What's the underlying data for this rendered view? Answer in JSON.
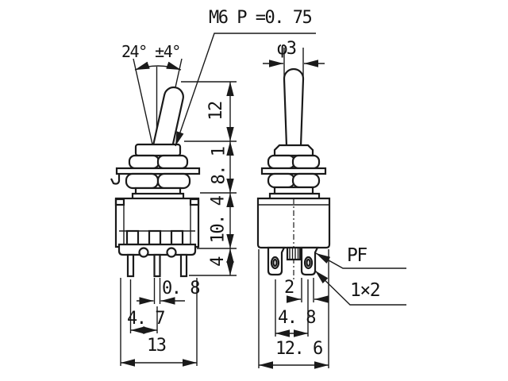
{
  "drawing": {
    "thread_spec": "M6 P =0. 75",
    "throw_angle": "24° ±4°",
    "lever_diameter": "φ3",
    "left_view": {
      "dims": {
        "lever_height": "12",
        "bushing_height": "8. 1",
        "body_height": "10. 4",
        "terminal_length": "4",
        "terminal_thickness": "0. 8",
        "terminal_pitch": "4. 7",
        "body_width": "13"
      }
    },
    "right_view": {
      "dims": {
        "terminal_width": "2",
        "terminal_pitch": "4. 8",
        "body_depth": "12. 6"
      },
      "labels": {
        "finish": "PF",
        "hole_size": "1×2"
      }
    },
    "colors": {
      "line": "#1a1a1a",
      "background": "#ffffff"
    }
  }
}
